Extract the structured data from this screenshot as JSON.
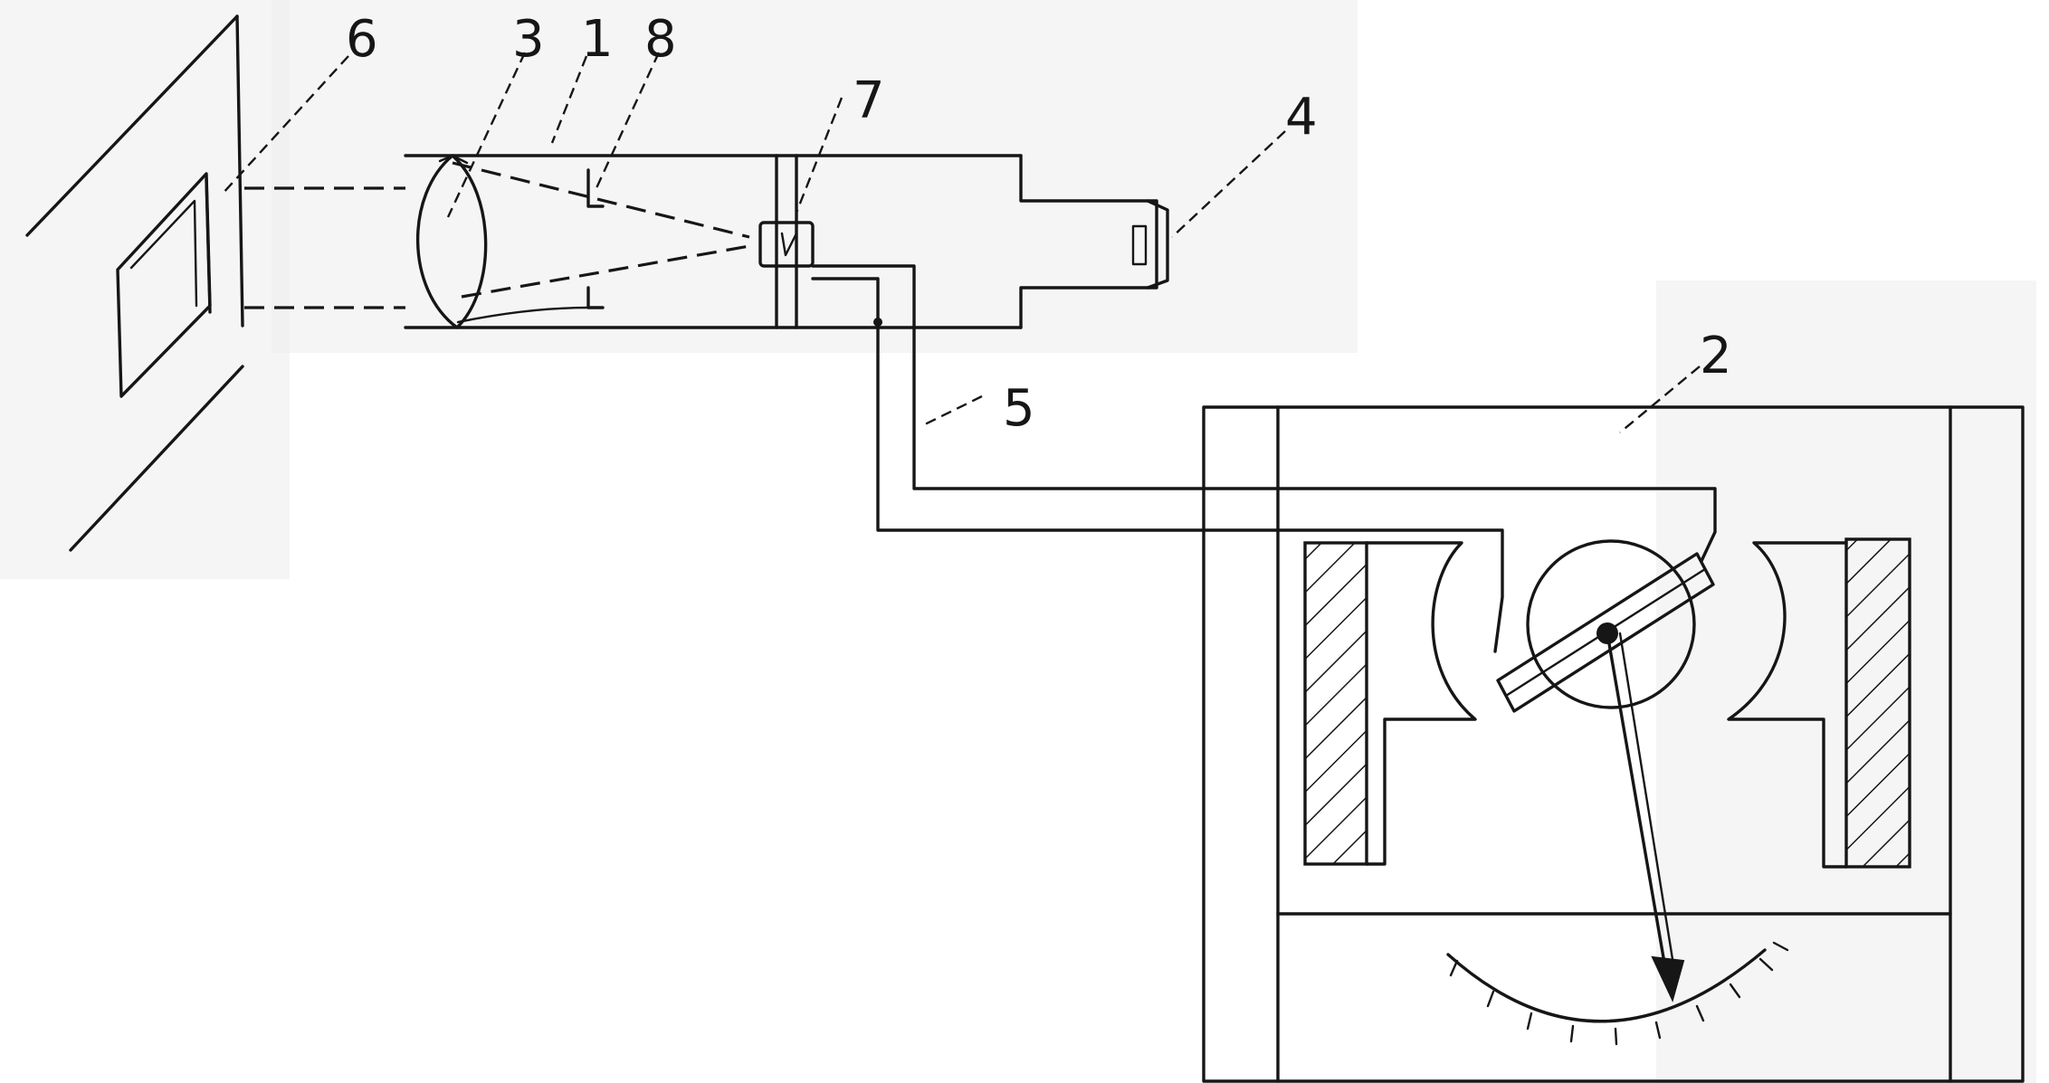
{
  "labels": {
    "l1": "1",
    "l2": "2",
    "l3": "3",
    "l4": "4",
    "l5": "5",
    "l6": "6",
    "l7": "7",
    "l8": "8"
  },
  "colors": {
    "ink": "#161616",
    "paper": "#ffffff"
  }
}
